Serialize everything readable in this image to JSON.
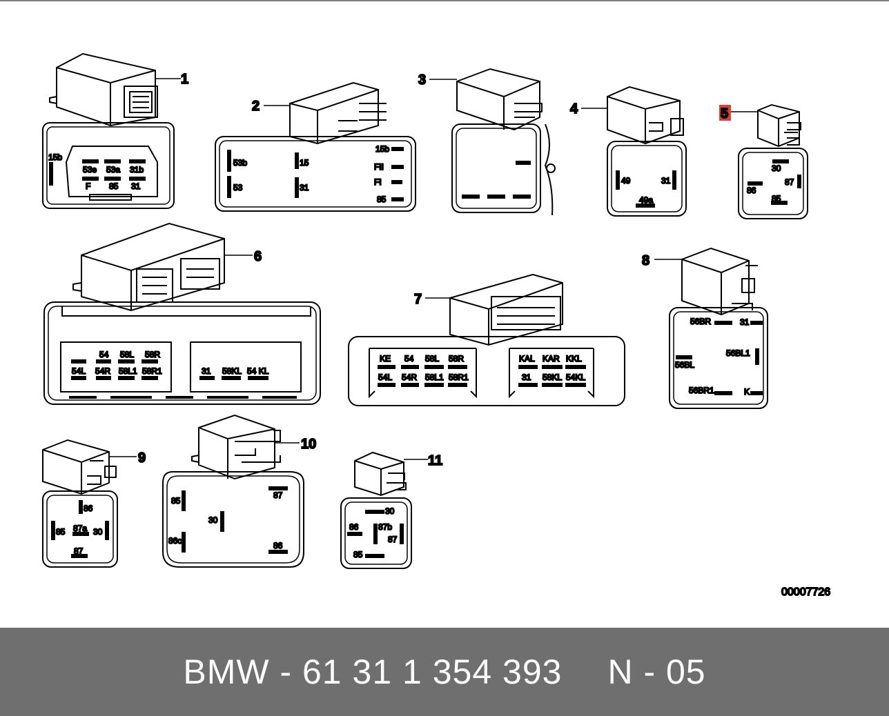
{
  "callouts": [
    "1",
    "2",
    "3",
    "4",
    "5",
    "6",
    "7",
    "8",
    "9",
    "10",
    "11"
  ],
  "highlighted_callout": "5",
  "highlight_color": "#e23b3b",
  "diagram_code": "00007726",
  "footer": {
    "part": "BMW - 61 31 1 354 393",
    "position": "N - 05"
  },
  "relays": {
    "r1": [
      "15b",
      "53e",
      "53a",
      "31b",
      "F",
      "85",
      "31"
    ],
    "r2": [
      "53b",
      "15",
      "15b",
      "FII",
      "53",
      "31",
      "FI",
      "85"
    ],
    "r4": [
      "49",
      "31",
      "49a"
    ],
    "r5": [
      "30",
      "86",
      "87",
      "85"
    ],
    "r6": [
      "54",
      "58L",
      "58R",
      "54L",
      "54R",
      "58L1",
      "58R1",
      "31",
      "58KL",
      "54 KL"
    ],
    "r7": [
      "KE",
      "54",
      "58L",
      "58R",
      "54L",
      "54R",
      "58L1",
      "58R1",
      "KAL",
      "KAR",
      "KKL",
      "31",
      "58KL",
      "54KL"
    ],
    "r8": [
      "56BR",
      "31",
      "56BL1",
      "56BL",
      "56BR1",
      "K"
    ],
    "r9": [
      "86",
      "85",
      "87a",
      "30",
      "87"
    ],
    "r10": [
      "87",
      "85",
      "30",
      "86c",
      "86"
    ],
    "r11": [
      "30",
      "86",
      "87b",
      "87",
      "85"
    ]
  }
}
